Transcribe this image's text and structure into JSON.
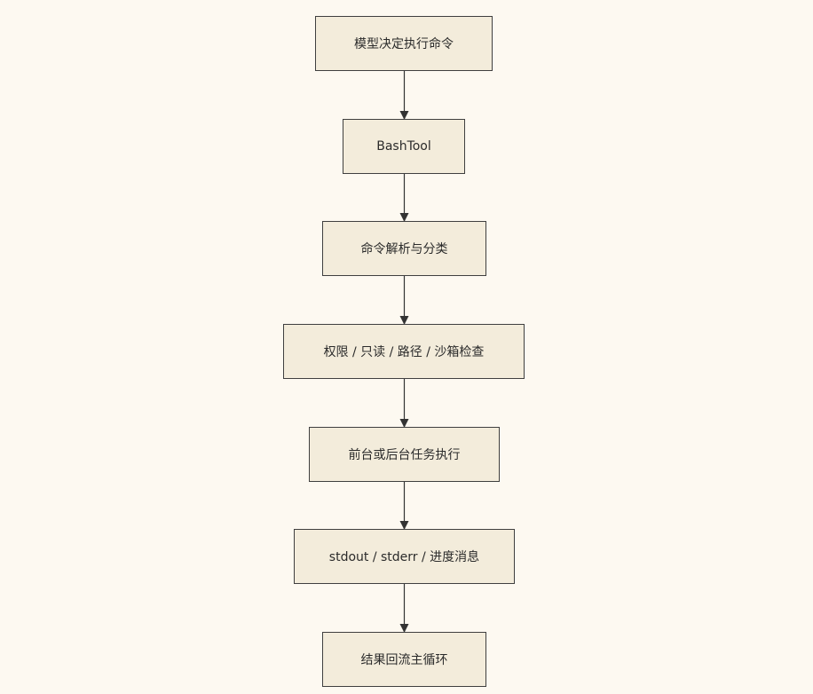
{
  "diagram": {
    "nodes": [
      {
        "label": "模型决定执行命令"
      },
      {
        "label": "BashTool"
      },
      {
        "label": "命令解析与分类"
      },
      {
        "label": "权限 / 只读 / 路径 / 沙箱检查"
      },
      {
        "label": "前台或后台任务执行"
      },
      {
        "label": "stdout / stderr / 进度消息"
      },
      {
        "label": "结果回流主循环"
      }
    ],
    "edges": [
      {
        "from": 0,
        "to": 1
      },
      {
        "from": 1,
        "to": 2
      },
      {
        "from": 2,
        "to": 3
      },
      {
        "from": 3,
        "to": 4
      },
      {
        "from": 4,
        "to": 5
      },
      {
        "from": 5,
        "to": 6
      }
    ]
  },
  "colors": {
    "background": "#fdf9f1",
    "node_fill": "#f3ecdb",
    "node_border": "#3f3f3f",
    "edge": "#333333",
    "text": "#2b2b2b"
  }
}
